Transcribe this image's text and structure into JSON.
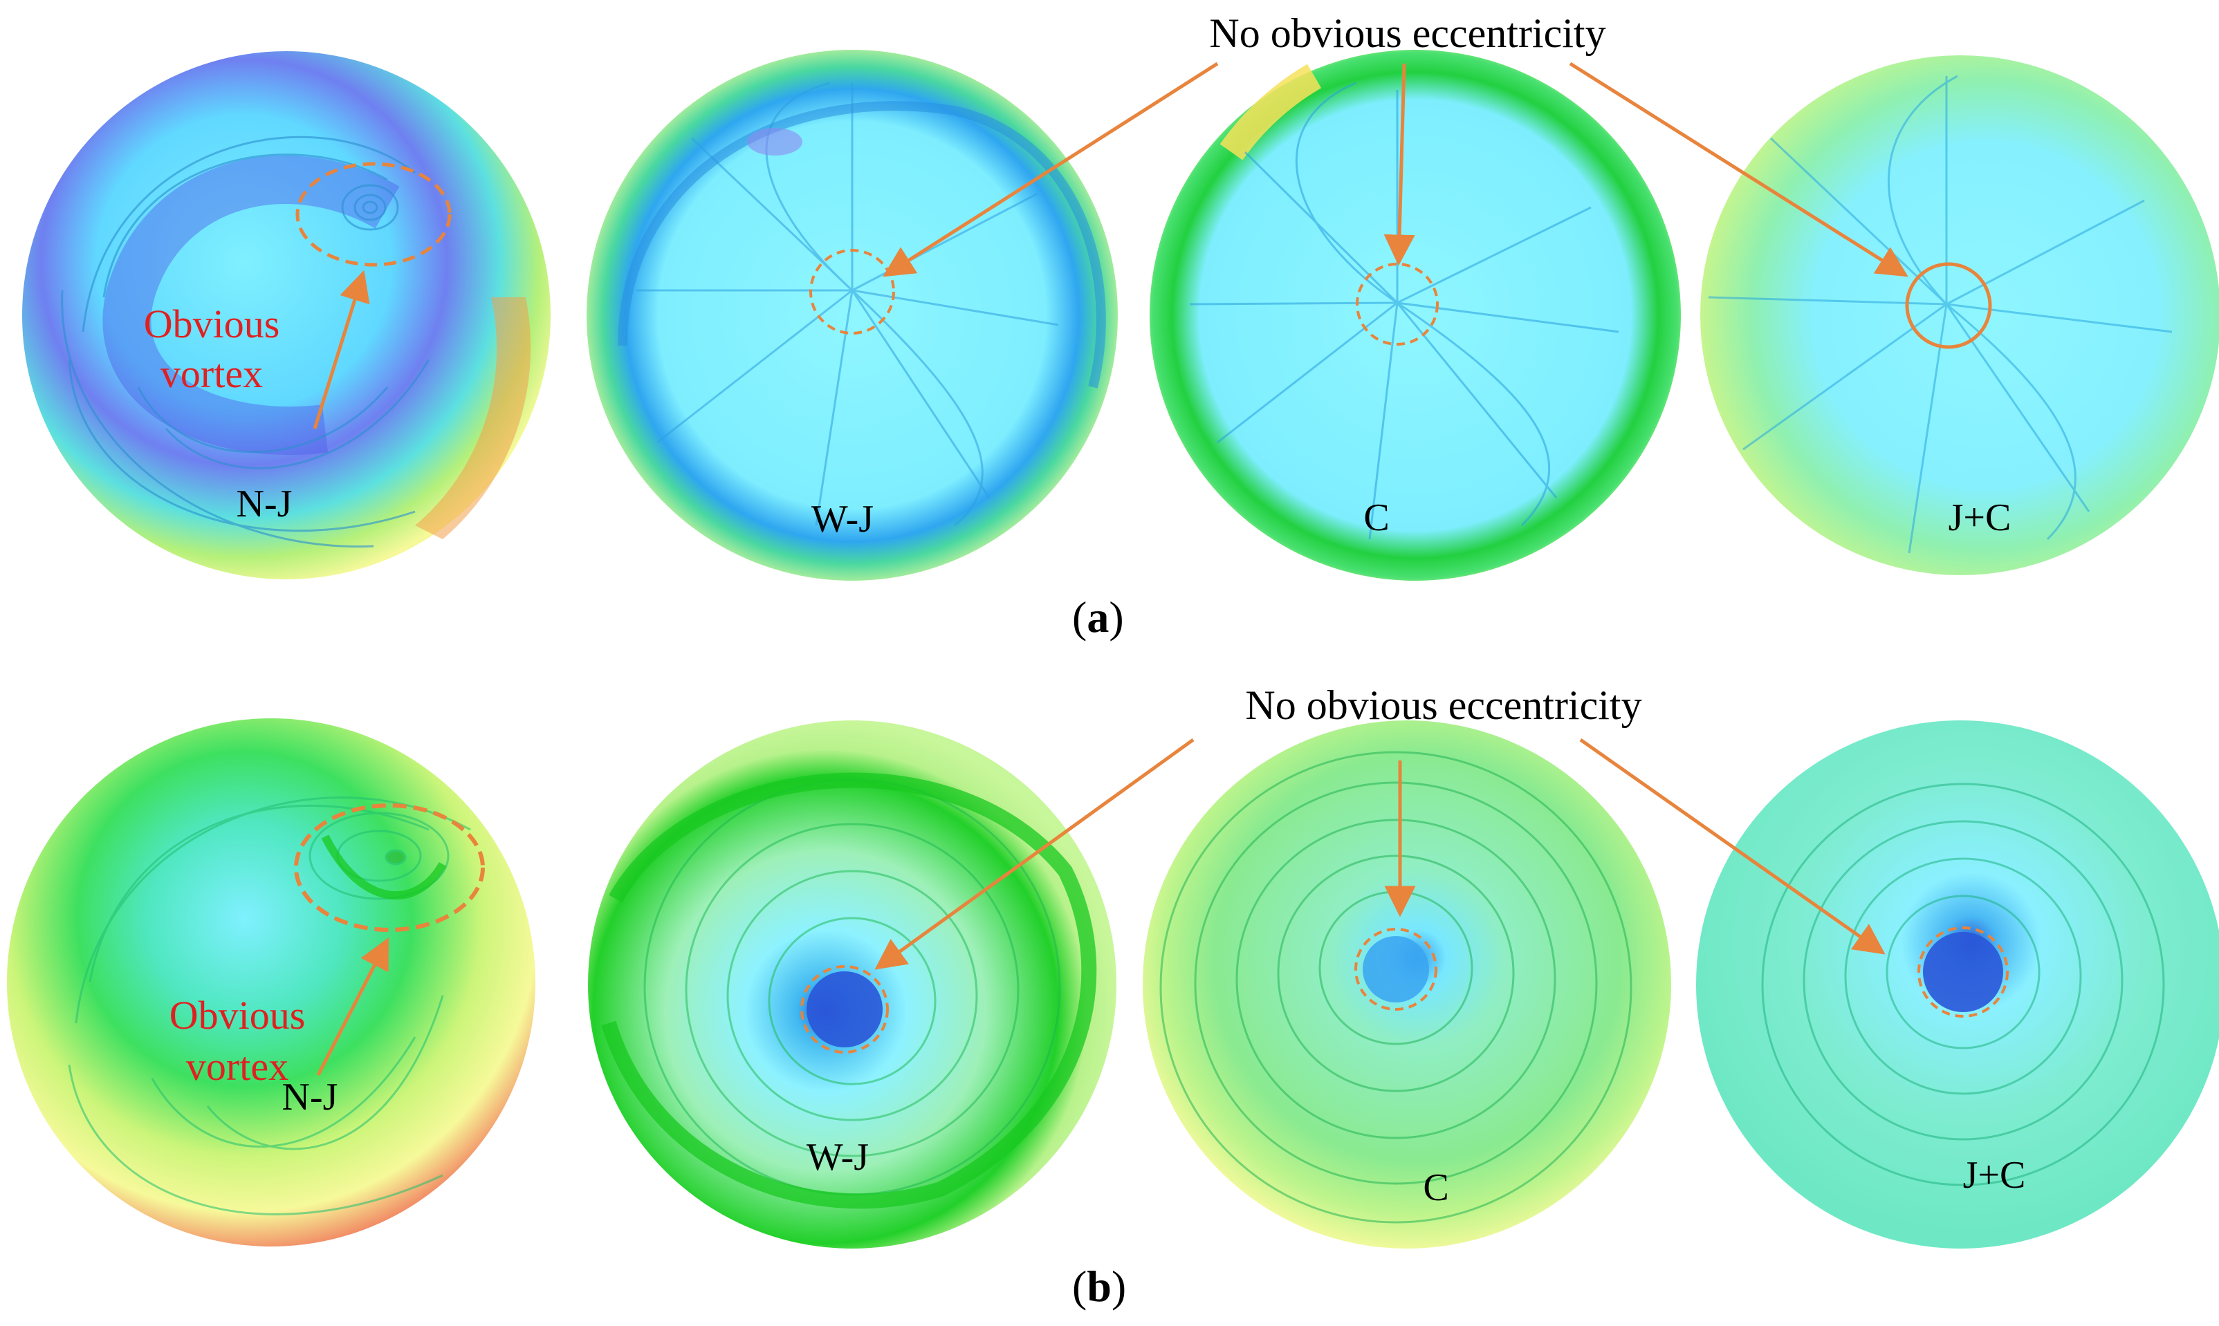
{
  "figure": {
    "panels": [
      {
        "id": "a",
        "caption": "a",
        "annotation_top": "No obvious eccentricity",
        "annotation_vortex": [
          "Obvious",
          "vortex"
        ],
        "cases": [
          "N-J",
          "W-J",
          "C",
          "J+C"
        ]
      },
      {
        "id": "b",
        "caption": "b",
        "annotation_top": "No obvious eccentricity",
        "annotation_vortex": [
          "Obvious",
          "vortex"
        ],
        "cases": [
          "N-J",
          "W-J",
          "C",
          "J+C"
        ]
      }
    ],
    "colors": {
      "blue_dark": "#3a56e0",
      "blue": "#2fa6f0",
      "cyan": "#7ff0ff",
      "green": "#1fd21f",
      "light_green": "#b6f28a",
      "yellow": "#f6f99a",
      "red": "#f05040",
      "arrow": "#e8843c",
      "dashed_circle": "#e8843c",
      "vortex_text": "#e02020"
    }
  }
}
